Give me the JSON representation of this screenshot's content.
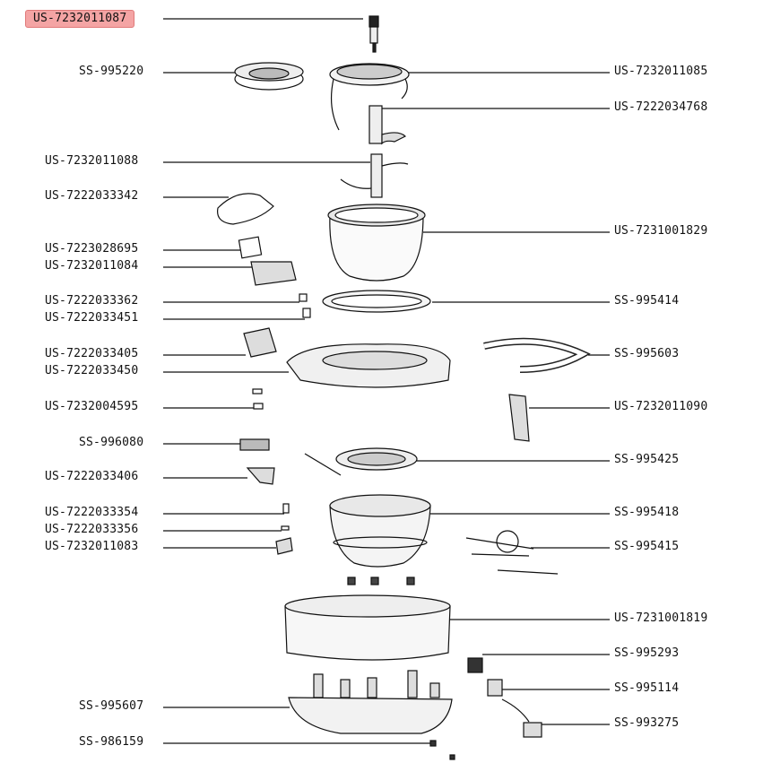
{
  "diagram": {
    "highlight_color": "#f4a4a4",
    "line_color": "#111111",
    "left_labels": [
      {
        "id": "US-7232011087",
        "highlighted": true
      },
      {
        "id": "SS-995220"
      },
      {
        "id": "US-7232011088"
      },
      {
        "id": "US-7222033342"
      },
      {
        "id": "US-7223028695"
      },
      {
        "id": "US-7232011084"
      },
      {
        "id": "US-7222033362"
      },
      {
        "id": "US-7222033451"
      },
      {
        "id": "US-7222033405"
      },
      {
        "id": "US-7222033450"
      },
      {
        "id": "US-7232004595"
      },
      {
        "id": "SS-996080"
      },
      {
        "id": "US-7222033406"
      },
      {
        "id": "US-7222033354"
      },
      {
        "id": "US-7222033356"
      },
      {
        "id": "US-7232011083"
      },
      {
        "id": "SS-995607"
      },
      {
        "id": "SS-986159"
      }
    ],
    "right_labels": [
      {
        "id": "US-7232011085"
      },
      {
        "id": "US-7222034768"
      },
      {
        "id": "US-7231001829"
      },
      {
        "id": "SS-995414"
      },
      {
        "id": "SS-995603"
      },
      {
        "id": "US-7232011090"
      },
      {
        "id": "SS-995425"
      },
      {
        "id": "SS-995418"
      },
      {
        "id": "SS-995415"
      },
      {
        "id": "US-7231001819"
      },
      {
        "id": "SS-995293"
      },
      {
        "id": "SS-995114"
      },
      {
        "id": "SS-993275"
      }
    ]
  }
}
